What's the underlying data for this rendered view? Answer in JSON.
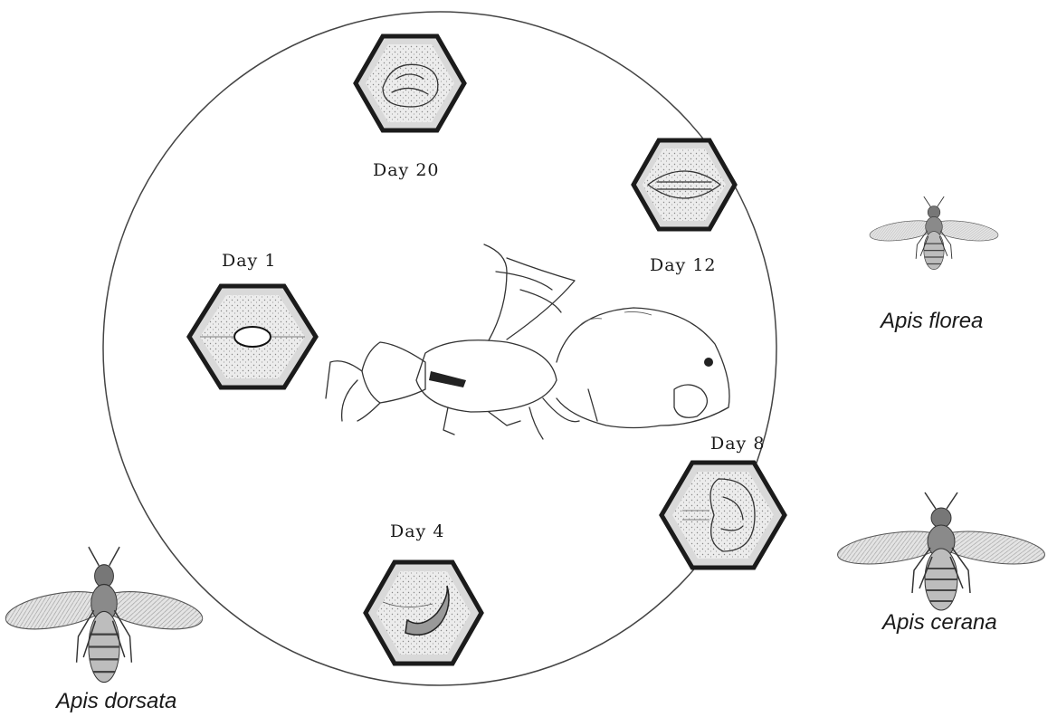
{
  "stages": [
    {
      "id": "day20",
      "label": "Day 20"
    },
    {
      "id": "day12",
      "label": "Day 12"
    },
    {
      "id": "day1",
      "label": "Day 1"
    },
    {
      "id": "day8",
      "label": "Day 8"
    },
    {
      "id": "day4",
      "label": "Day 4"
    }
  ],
  "species": [
    {
      "id": "florea",
      "label": "Apis florea"
    },
    {
      "id": "cerana",
      "label": "Apis cerana"
    },
    {
      "id": "dorsata",
      "label": "Apis dorsata"
    }
  ]
}
